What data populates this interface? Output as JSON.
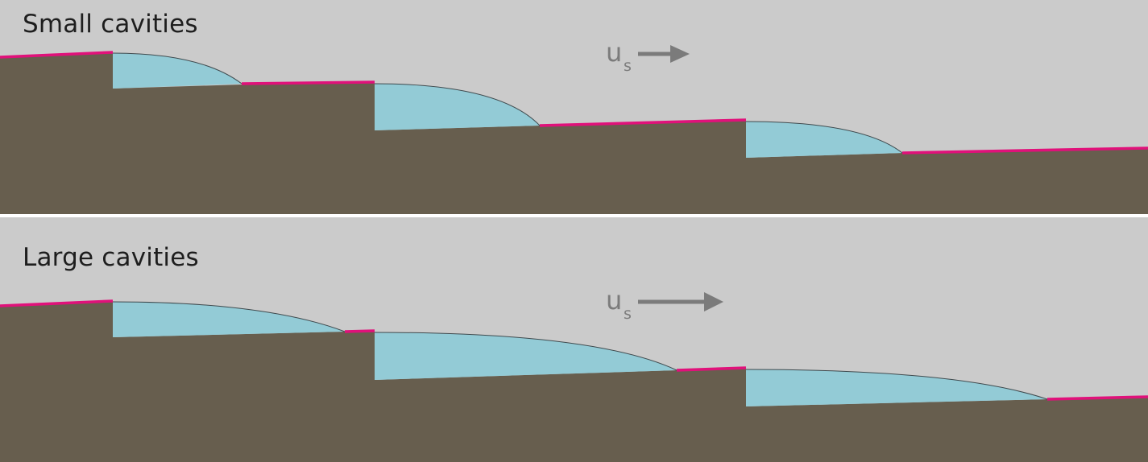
{
  "panels": [
    {
      "id": "small",
      "title": "Small cavities"
    },
    {
      "id": "large",
      "title": "Large cavities"
    }
  ],
  "velocity": {
    "symbol": "u",
    "subscript": "s"
  },
  "colors": {
    "background": "#cbcbcb",
    "bedrock": "#675e4e",
    "cavity_water": "#93cbd6",
    "contact_zone": "#e0117a",
    "arrow": "#7b7b7b",
    "title_text": "#1e1e1e"
  },
  "legend_meaning": {
    "contact_zone_color": "contact-line",
    "cavity_color": "water-cavity",
    "bed_color": "bedrock"
  }
}
